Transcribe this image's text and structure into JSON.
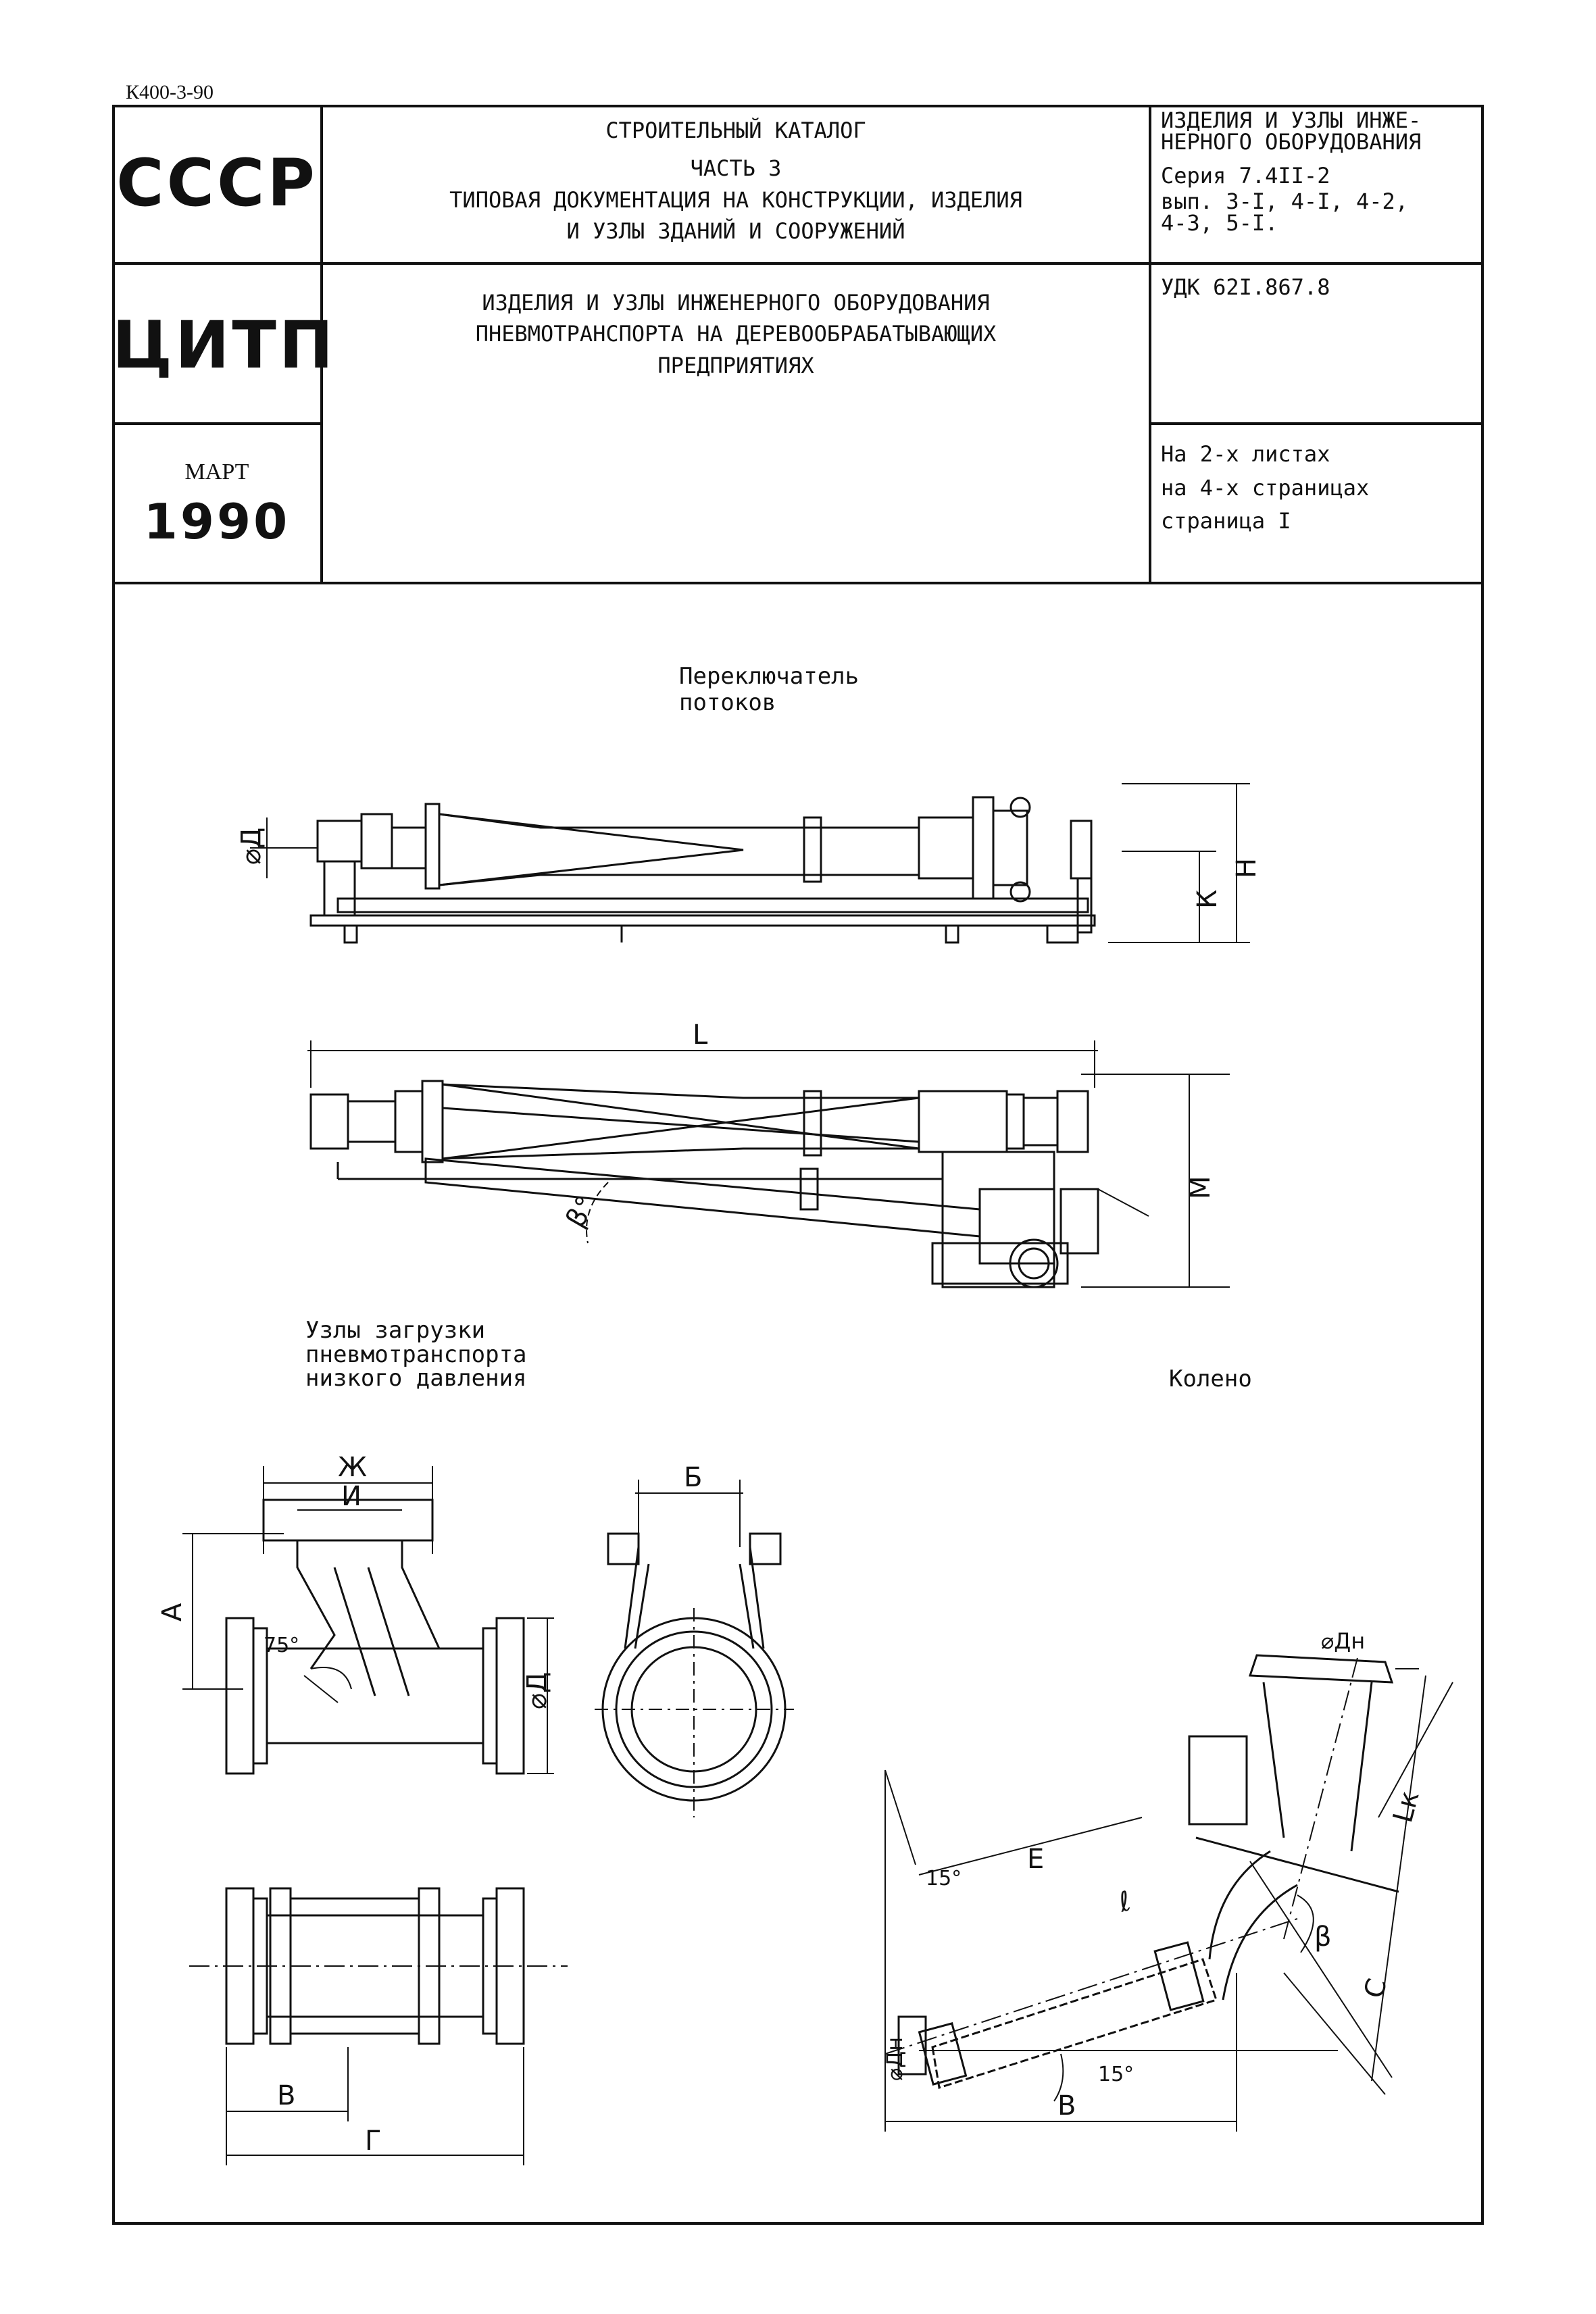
{
  "catalog_code": "К400-3-90",
  "stamp": {
    "org1": "СССР",
    "org2": "ЦИТП",
    "month": "МАРТ",
    "year": "1990"
  },
  "header": {
    "line1": "СТРОИТЕЛЬНЫЙ КАТАЛОГ",
    "line2": "ЧАСТЬ 3",
    "line3": "ТИПОВАЯ ДОКУМЕНТАЦИЯ НА КОНСТРУКЦИИ, ИЗДЕЛИЯ",
    "line4": "И УЗЛЫ ЗДАНИЙ И СООРУЖЕНИЙ"
  },
  "title": {
    "line1": "ИЗДЕЛИЯ И УЗЛЫ ИНЖЕНЕРНОГО ОБОРУДОВАНИЯ",
    "line2": "ПНЕВМОТРАНСПОРТА НА ДЕРЕВООБРАБАТЫВАЮЩИХ",
    "line3": "ПРЕДПРИЯТИЯХ"
  },
  "series_box": {
    "line1": "ИЗДЕЛИЯ И УЗЛЫ ИНЖЕ-",
    "line2": "НЕРНОГО ОБОРУДОВАНИЯ",
    "line3": "Серия 7.4II-2",
    "line4": "вып. 3-I, 4-I, 4-2,",
    "line5": "4-3, 5-I."
  },
  "udk": "УДК 62I.867.8",
  "pages": {
    "line1": "На 2-х листах",
    "line2": "на 4-х страницах",
    "line3": "страница I"
  },
  "drawings": {
    "switch_title_1": "Переключатель",
    "switch_title_2": "потоков",
    "loading_title_1": "Узлы загрузки",
    "loading_title_2": "пневмотранспорта",
    "loading_title_3": "низкого давления",
    "elbow_title": "Колено"
  },
  "dims": {
    "phiD": "⌀Д",
    "K": "К",
    "H": "Н",
    "L": "L",
    "M": "М",
    "beta": "β°",
    "Zh": "Ж",
    "I": "И",
    "A": "А",
    "deg75": "75°",
    "B_cyr": "Б",
    "V": "В",
    "G": "Г",
    "phiDn": "⌀Дн",
    "deg15a": "15°",
    "deg15b": "15°",
    "E": "Е",
    "l": "ℓ",
    "Lk": "Lк",
    "S": "С",
    "beta2": "β",
    "Vb": "В"
  }
}
